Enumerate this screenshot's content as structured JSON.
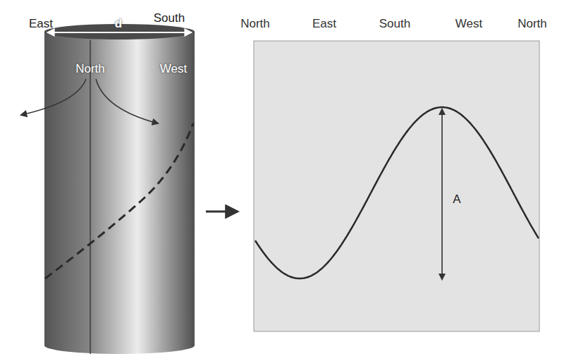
{
  "diagram": {
    "labels": [
      "East",
      "South",
      "d",
      "North",
      "West",
      "North",
      "East",
      "South",
      "West",
      "North",
      "A"
    ]
  }
}
